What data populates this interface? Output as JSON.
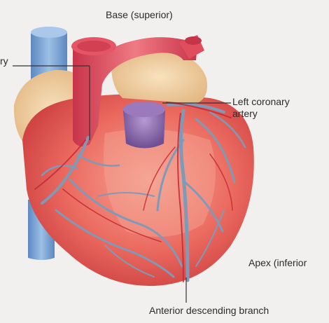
{
  "labels": {
    "base": "Base (superior)",
    "right_coronary_partial": "ry",
    "left_coronary_line1": "Left coronary",
    "left_coronary_line2": "artery",
    "apex": "Apex (inferior",
    "anterior_descending": "Anterior descending branch"
  },
  "colors": {
    "background": "#f1f0ee",
    "heart_muscle": "#e5564d",
    "heart_highlight": "#f19585",
    "fat": "#f0cfa0",
    "aorta": "#e64e5c",
    "vena_cava": "#79a4d4",
    "pulmonary_trunk": "#8e6fb0",
    "vessels": "#7f9ab8",
    "leader_line": "#333333"
  }
}
